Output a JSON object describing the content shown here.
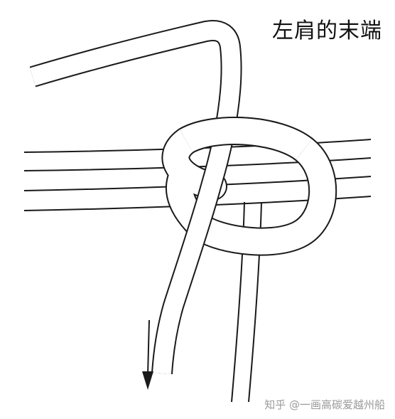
{
  "diagram": {
    "caption": "左肩的末端",
    "watermark": "知乎 @一画高碳爱越州船",
    "colors": {
      "stroke": "#1a1a1a",
      "cord_fill": "#ffffff",
      "background": "#ffffff",
      "watermark": "#9a9a9a"
    },
    "elements": [
      "diagonal-cord",
      "horizontal-cord-bundle",
      "knot-loop",
      "vertical-cords",
      "direction-arrow"
    ]
  }
}
